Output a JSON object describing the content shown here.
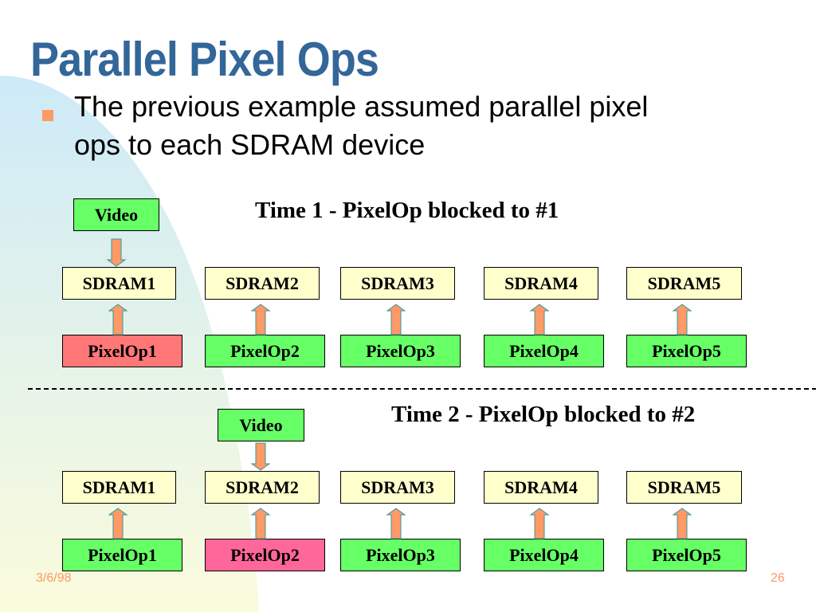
{
  "title": "Parallel Pixel Ops",
  "bullet": {
    "line1": "The previous example assumed parallel pixel",
    "line2": "ops to each SDRAM device"
  },
  "time1": {
    "heading": "Time 1 - PixelOp blocked to #1",
    "video": "Video",
    "sdram": [
      "SDRAM1",
      "SDRAM2",
      "SDRAM3",
      "SDRAM4",
      "SDRAM5"
    ],
    "pixelops": [
      "PixelOp1",
      "PixelOp2",
      "PixelOp3",
      "PixelOp4",
      "PixelOp5"
    ],
    "blocked_index": 1
  },
  "time2": {
    "heading": "Time 2 - PixelOp blocked to #2",
    "video": "Video",
    "sdram": [
      "SDRAM1",
      "SDRAM2",
      "SDRAM3",
      "SDRAM4",
      "SDRAM5"
    ],
    "pixelops": [
      "PixelOp1",
      "PixelOp2",
      "PixelOp3",
      "PixelOp4",
      "PixelOp5"
    ],
    "blocked_index": 2
  },
  "footer": {
    "date": "3/6/98",
    "page": "26"
  },
  "colors": {
    "title": "#336699",
    "green": "#66ff66",
    "sdram": "#ffffcc",
    "blocked1": "#ff7777",
    "blocked2": "#ff6699",
    "arrow": "#ff9966"
  }
}
